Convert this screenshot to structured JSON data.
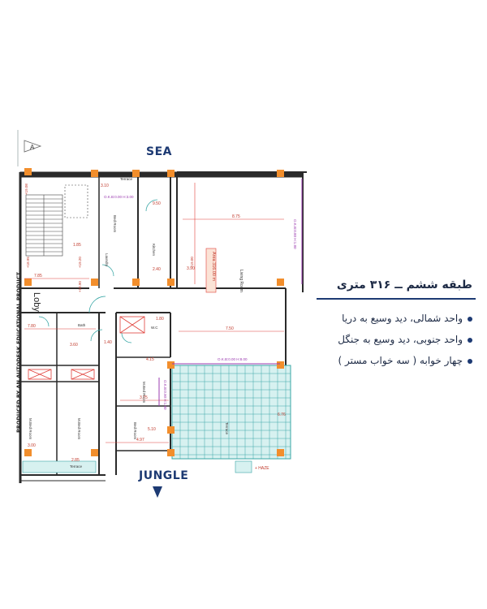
{
  "orientation": {
    "top": "SEA",
    "bottom": "JUNGLE",
    "marker": "A"
  },
  "info_panel": {
    "title": "طبقه ششم ــ ۳۱۶ متری",
    "items": [
      "واحد شمالی، دید وسیع به دریا",
      "واحد جنوبی، دید وسیع به جنگل",
      "چهار خوابه ( سه خواب مستر )"
    ]
  },
  "watermark": "PRODUCED BY AN AUTODESK EDUCATIONAL PRODUCT",
  "plan": {
    "area_label": "Area 316.00 m",
    "lobby_label": "Loby",
    "rooms": [
      "Living Room",
      "Kitchen",
      "Bed Room",
      "Terrace",
      "M.Bed Room",
      "Laundry",
      "W.C",
      "Bath",
      "Terrace",
      "Bed Room",
      "M.Bed Room",
      "M.Bed Room",
      "Terrace"
    ],
    "dimensions": [
      "8.75",
      "7.50",
      "9.50",
      "1.85",
      "2.40",
      "1.40",
      "1.80",
      "3.75",
      "4.15",
      "4.97",
      "5.10",
      "3.00",
      "7.85",
      "2.85",
      "3.10",
      "3.60",
      "6.76",
      "3.90",
      "7.80"
    ],
    "openings": [
      "O.K.B:0.00\nH:3.00",
      "O.K.B:0.00\nH:8.00",
      "O.K.B:0.80\nH:1.80",
      "O.K.B:0.90\nH:1.80"
    ],
    "levels": [
      "+19.08",
      "+19.20",
      "+19.00",
      "+18.90",
      "+18.95"
    ],
    "stamp": "+ HAZE"
  },
  "colors": {
    "accent_navy": "#1d3a73",
    "column_orange": "#f28e2c",
    "dimension_red": "#e0403a",
    "opening_purple": "#9b3bb0",
    "terrace_teal": "#3aa7a6",
    "wall": "#2a2a2a"
  }
}
